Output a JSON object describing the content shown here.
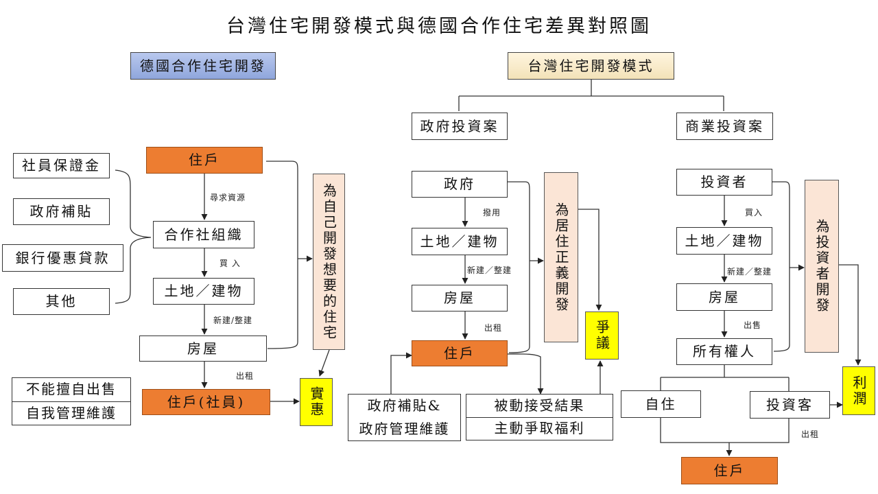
{
  "title": "台灣住宅開發模式與德國合作住宅差異對照圖",
  "german": {
    "header": "德國合作住宅開發",
    "funds": [
      "社員保證金",
      "政府補貼",
      "銀行優惠貸款",
      "其他"
    ],
    "resident": "住戶",
    "coop": "合作社組織",
    "land": "土地／建物",
    "house": "房屋",
    "member": "住戶(社員)",
    "rules": [
      "不能擅自出售",
      "自我管理維護"
    ],
    "purpose": "為自己開發想要的住宅",
    "result": "實惠",
    "labels": {
      "seek": "尋求資源",
      "buy": "買 入",
      "build": "新建/整建",
      "rent": "出租"
    }
  },
  "taiwan": {
    "header": "台灣住宅開發模式",
    "government": {
      "header": "政府投資案",
      "gov": "政府",
      "land": "土地／建物",
      "house": "房屋",
      "resident": "住戶",
      "support": [
        "政府補貼&",
        "政府管理維護"
      ],
      "passive": [
        "被動接受結果",
        "主動爭取福利"
      ],
      "purpose": "為居住正義開發",
      "result": "爭議",
      "labels": {
        "allocate": "撥用",
        "build": "新建／整建",
        "rent": "出租"
      }
    },
    "commercial": {
      "header": "商業投資案",
      "investor": "投資者",
      "land": "土地／建物",
      "house": "房屋",
      "owner": "所有權人",
      "self": "自住",
      "speculator": "投資客",
      "resident": "住戶",
      "purpose": "為投資者開發",
      "result": "利潤",
      "labels": {
        "buy": "買入",
        "build": "新建／整建",
        "sell": "出售",
        "rent": "出租"
      }
    }
  }
}
